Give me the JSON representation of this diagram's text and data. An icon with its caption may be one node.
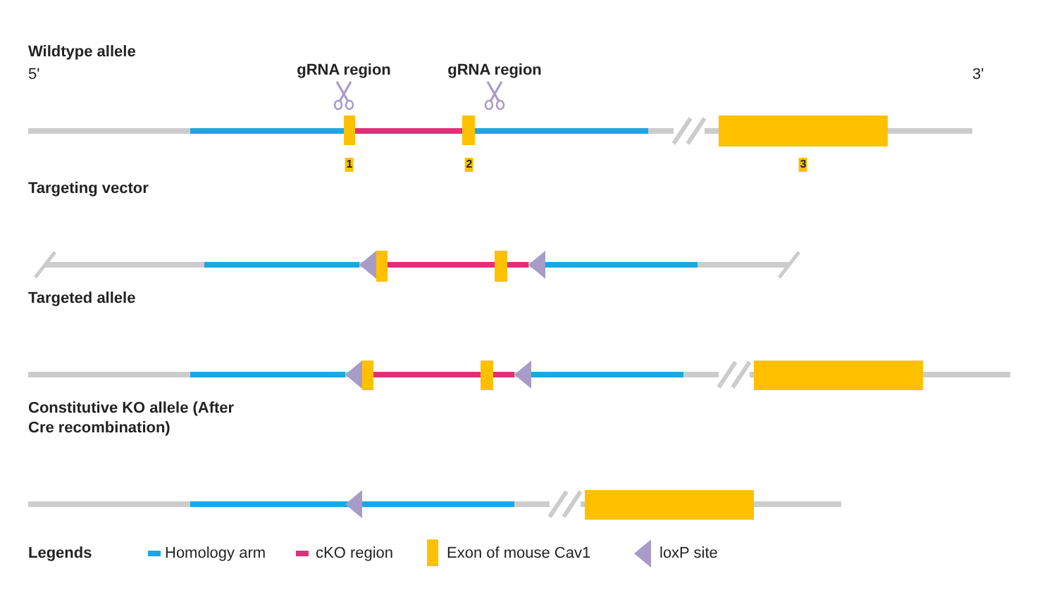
{
  "diagram": {
    "labels": [
      "Wildtype allele",
      "5'",
      "gRNA region",
      "gRNA region",
      "3'",
      "1",
      "2",
      "3",
      "Targeting vector",
      "Targeted allele",
      "Constitutive KO allele (After Cre recombination)",
      "Legends"
    ],
    "legend": [
      {
        "text": "Homology arm",
        "color": "#1ca7e1"
      },
      {
        "text": "cKO region",
        "color": "#e0307a"
      },
      {
        "text": "Exon of mouse Cav1",
        "color": "#ffc000"
      },
      {
        "text": "loxP site"
      }
    ]
  }
}
